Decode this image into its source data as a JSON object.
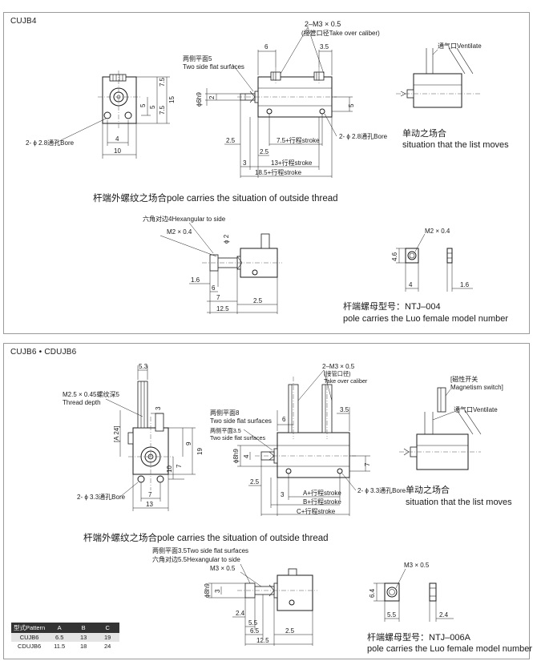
{
  "panel1": {
    "title": "CUJB4",
    "dims": {
      "m3_title": "2–M3 × 0.5",
      "m3_sub": "(接管口径Take over caliber)",
      "six": "6",
      "three_five": "3.5",
      "two_flat_cn": "两侧平面5",
      "two_flat_en": "Two side flat surfaces",
      "phi6h9": "ϕ6h9",
      "two": "2",
      "seven_five_a": "7.5",
      "five_a": "5",
      "seven_five_b": "7.5",
      "fifteen": "15",
      "five_b": "5",
      "bore_left": "2- ϕ 2.8通孔Bore",
      "four": "4",
      "ten": "10",
      "five_right": "5",
      "bore_right": "2- ϕ 2.8通孔Bore",
      "two_five_a": "2.5",
      "stroke_a": "7.5+行程stroke",
      "two_five_b": "2.5",
      "three": "3",
      "stroke_b": "13+行程stroke",
      "stroke_c": "18.5+行程stroke",
      "ventilate": "通气口Ventilate",
      "moves_cn": "单动之场合",
      "moves_en": "situation that the list moves"
    },
    "thread_caption": "杆端外螺纹之场合pole carries the situation of outside thread",
    "rod": {
      "hex": "六角对边4Hexangular to side",
      "m2": "M2 × 0.4",
      "phi2": "ϕ 2",
      "d16": "1.6",
      "d6": "6",
      "d7": "7",
      "d25": "2.5",
      "d125": "12.5"
    },
    "nut": {
      "m2": "M2 × 0.4",
      "d46": "4.6",
      "d4": "4",
      "d16": "1.6",
      "label_cn": "杆端螺母型号：NTJ–004",
      "label_en": "pole carries the Luo female model number"
    }
  },
  "panel2": {
    "title": "CUJB6 • CDUJB6",
    "dims": {
      "d53": "5.3",
      "m25": "M2.5 × 0.45螺纹深5",
      "thread_depth": "Thread depth",
      "three": "3",
      "a24": "[A 24]",
      "nine": "9",
      "nineteen": "19",
      "seven": "7",
      "ten": "10",
      "bore_left": "2- ϕ 3.3通孔Bore",
      "seven_b": "7",
      "thirteen": "13",
      "m3_title": "2–M3 × 0.5",
      "m3_sub_cn": "(接管口径)",
      "m3_sub_en": "Take over caliber",
      "six": "6",
      "three_five": "3.5",
      "flat8_cn": "两侧平面8",
      "flat8_en": "Two side flat surfaces",
      "flat35_cn": "两侧平面3.5",
      "flat35_en": "Two side flat surfaces",
      "phi8h9": "ϕ8h9",
      "four": "4",
      "seven_r": "7",
      "two_five": "2.5",
      "three_r": "3",
      "stroke_a": "A+行程stroke",
      "stroke_b": "B+行程stroke",
      "stroke_c": "C+行程stroke",
      "bore_right": "2- ϕ 3.3通孔Bore",
      "mag_cn": "[磁性开关",
      "mag_en": "Magnetism switch]",
      "ventilate": "通气口Ventilate",
      "moves_cn": "单动之场合",
      "moves_en": "situation that the list moves"
    },
    "thread_caption": "杆端外螺纹之场合pole carries the situation of outside thread",
    "rod": {
      "flat_cn": "两侧平面3.5Two side flat surfaces",
      "hex": "六角对边5.5Hexangular to side",
      "m3": "M3 × 0.5",
      "phi8h9": "ϕ8h9",
      "three": "3",
      "d24": "2.4",
      "d55": "5.5",
      "d65": "6.5",
      "d25": "2.5",
      "d125": "12.5"
    },
    "nut": {
      "m3": "M3 × 0.5",
      "d64": "6.4",
      "d55": "5.5",
      "d24": "2.4",
      "label_cn": "杆端螺母型号：NTJ–006A",
      "label_en": "pole carries the Luo female model number"
    },
    "table": {
      "headers": [
        "型式Pattern",
        "A",
        "B",
        "C"
      ],
      "rows": [
        [
          "CUJB6",
          "6.5",
          "13",
          "19"
        ],
        [
          "CDUJB6",
          "11.5",
          "18",
          "24"
        ]
      ]
    }
  }
}
